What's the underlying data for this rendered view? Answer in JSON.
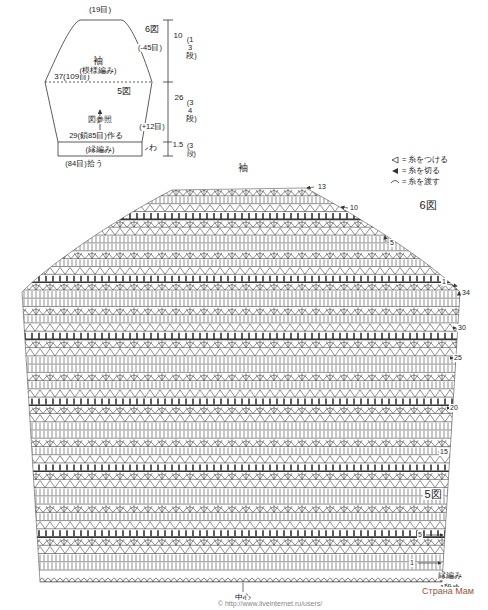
{
  "diagram": {
    "labels": [
      "(19目)",
      "6図",
      "(-45目)",
      "10",
      "(13段)",
      "37(109目)",
      "袖",
      "5図",
      "(模様編み)",
      "図参照",
      "26",
      "(34段)",
      "(+12目)",
      "29(鎖85目)作る",
      "1.5",
      "(3段)",
      "(縁編み)",
      "(84目)拾う",
      "わ",
      "袖",
      "13",
      "10",
      "5",
      "6図",
      "1",
      "34",
      "30",
      "25",
      "20",
      "15",
      "5図",
      "5",
      "1",
      "縁編み",
      "1段め",
      "中心",
      "© http://www.liveinternet.ru/users/",
      "Страна Мам"
    ],
    "legend": [
      {
        "text": "= 糸をつける"
      },
      {
        "text": "= 糸を切る"
      },
      {
        "text": "= 糸を渡す"
      }
    ]
  }
}
